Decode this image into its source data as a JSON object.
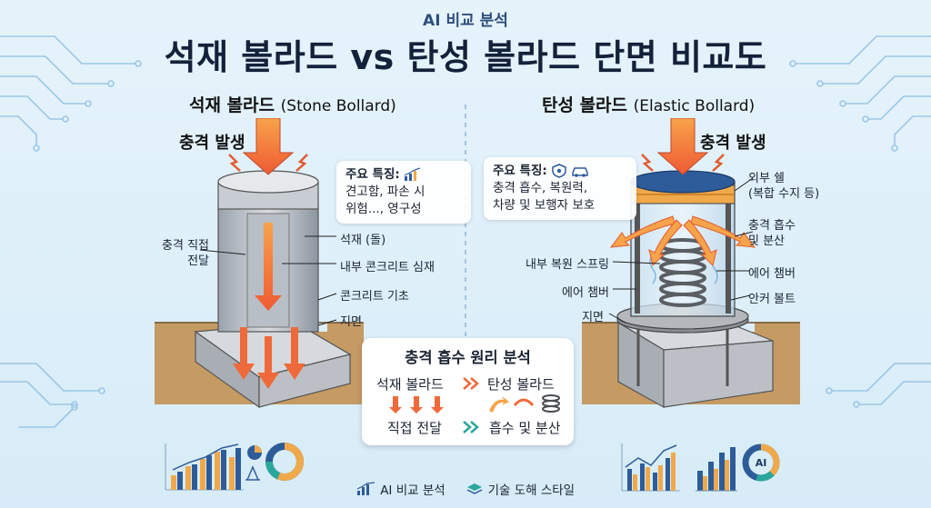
{
  "header": {
    "subtitle": "AI 비교 분석",
    "title": "석재 볼라드 vs 탄성 볼라드 단면 비교도"
  },
  "left": {
    "title_ko": "석재 볼라드",
    "title_en": "(Stone Bollard)",
    "impact": "충격 발생",
    "features": {
      "title": "주요 특징:",
      "lines": [
        "견고함, 파손 시",
        "위험..., 영구성"
      ]
    },
    "labels": {
      "direct": [
        "충격 직접",
        "전달"
      ],
      "stone": "석재 (돌)",
      "core": "내부 콘크리트 심재",
      "foundation": "콘크리트 기초",
      "ground": "지면"
    }
  },
  "right": {
    "title_ko": "탄성 볼라드",
    "title_en": "(Elastic Bollard)",
    "impact": "충격 발생",
    "features": {
      "title": "주요 특징:",
      "lines": [
        "충격 흡수, 복원력,",
        "차량 및 보행자 보호"
      ]
    },
    "labels": {
      "shell": [
        "외부 쉘",
        "(복합 수지 등)"
      ],
      "absorb": [
        "충격 흡수",
        "및 분산"
      ],
      "spring": "내부 복원 스프링",
      "air_chamber_right": "에어 챔버",
      "air_chamber_left": "에어 챔버",
      "anchor": "안커 볼트",
      "ground": "지면"
    }
  },
  "principle": {
    "title": "충격 흡수 원리 분석",
    "stone": "석재 볼라드",
    "elastic": "탄성 볼라드",
    "direct": "직접 전달",
    "absorb": "흡수 및 분산"
  },
  "footer": {
    "left": "AI 비교 분석",
    "right": "기술 도해 스타일"
  },
  "decor": {
    "donut_left_label": "",
    "donut_right_label": "AI"
  },
  "colors": {
    "arrow": "#ef6a3a",
    "arrow_light": "#f7a34a",
    "shell_band": "#f0a94a",
    "shell_top": "#2e5c9a",
    "concrete": "#c8ccd2",
    "soil": "#c59a63"
  }
}
